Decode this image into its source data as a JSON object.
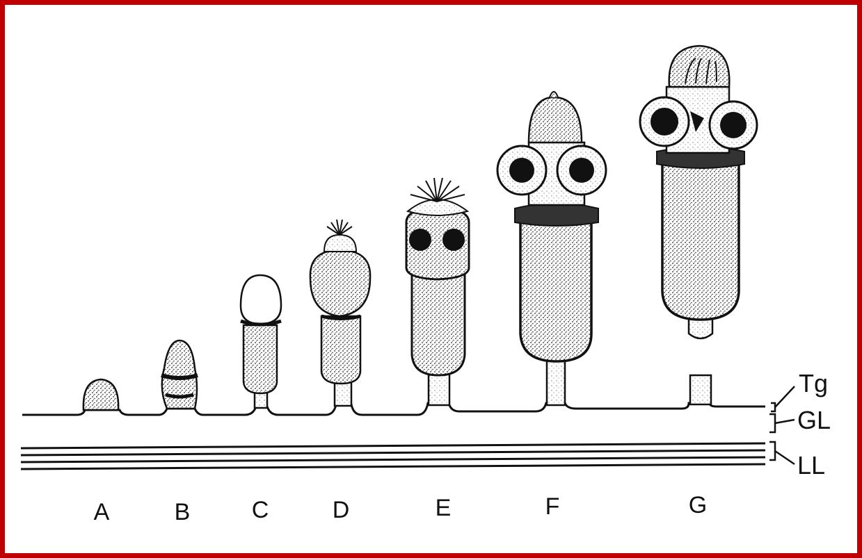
{
  "figure": {
    "border_color": "#c00000",
    "stage_labels": [
      "A",
      "B",
      "C",
      "D",
      "E",
      "F",
      "G"
    ],
    "layer_labels": {
      "tegument": "Tg",
      "germinal_layer": "GL",
      "laminated_layer": "LL"
    }
  }
}
